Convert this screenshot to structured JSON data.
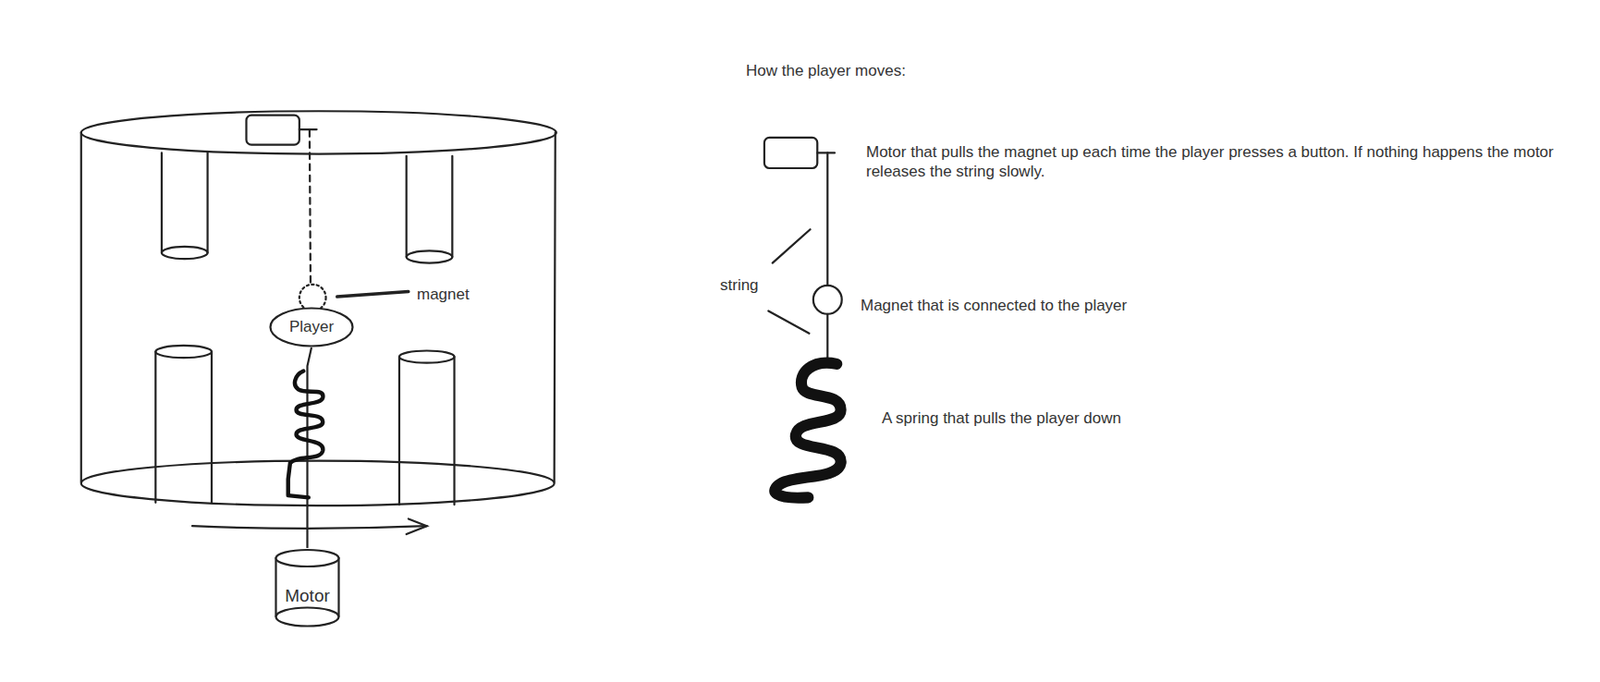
{
  "diagram": {
    "title": "How the player moves:",
    "nodes": [
      {
        "text": [
          "Player"
        ]
      },
      {
        "text": [
          "Motor"
        ]
      }
    ],
    "edges": [
      {
        "from": 1,
        "to": 0,
        "arrow": "none"
      }
    ],
    "labels": [
      "magnet",
      "string",
      "Motor that pulls the magnet up each time the player presses a button. If nothing happens the motor releases the string slowly.",
      "Magnet that is connected to the player",
      "A spring that pulls the player down"
    ]
  }
}
